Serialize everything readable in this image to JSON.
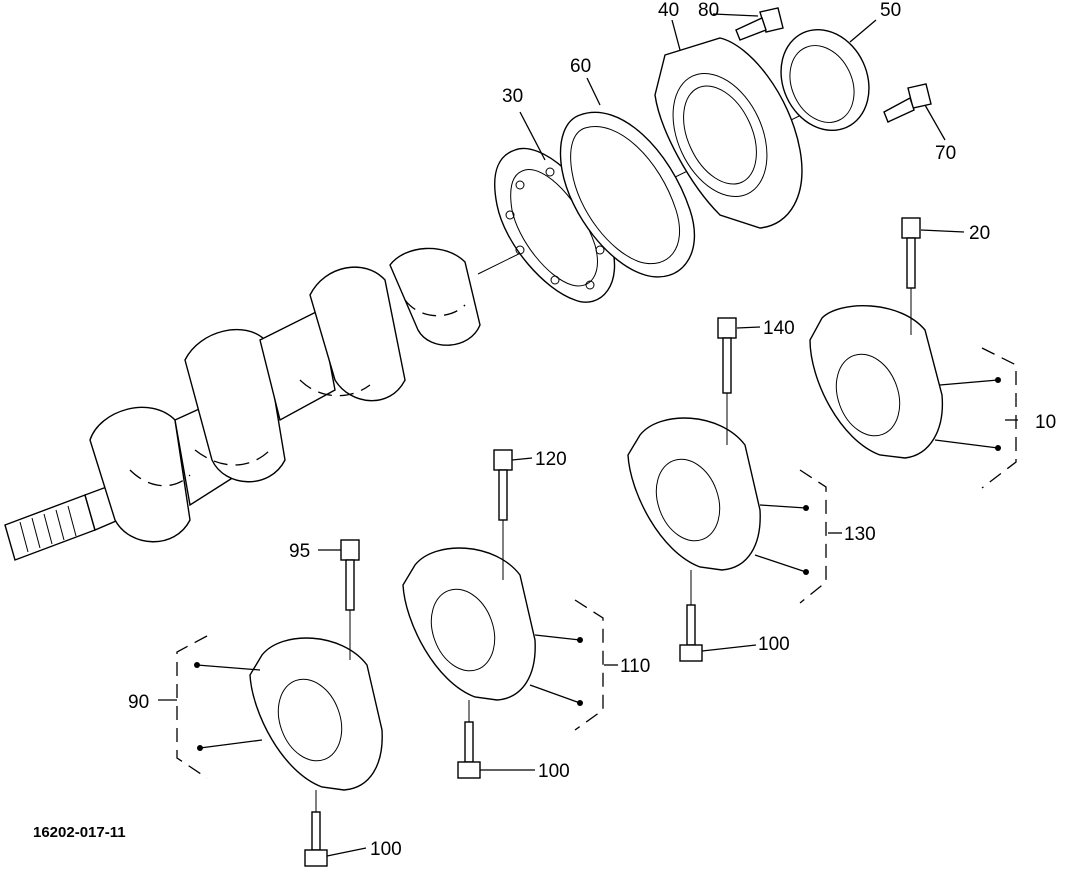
{
  "diagram_code": "16202-017-11",
  "callouts": {
    "c10": "10",
    "c20": "20",
    "c30": "30",
    "c40": "40",
    "c50": "50",
    "c60": "60",
    "c70": "70",
    "c80": "80",
    "c90": "90",
    "c95": "95",
    "c100a": "100",
    "c100b": "100",
    "c100c": "100",
    "c110": "110",
    "c120": "120",
    "c130": "130",
    "c140": "140"
  }
}
